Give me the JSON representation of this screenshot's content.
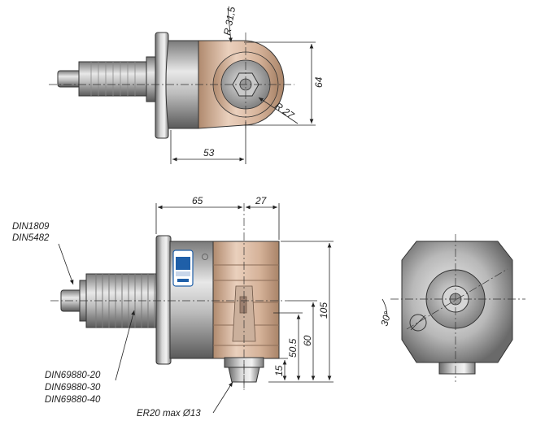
{
  "dimensions": {
    "top_radius_outer": "R 31,5",
    "top_radius_inner": "R 27",
    "top_height": "64",
    "top_offset": "53",
    "side_width_body": "65",
    "side_width_head": "27",
    "side_height_total": "105",
    "side_height_60": "60",
    "side_height_50_5": "50.5",
    "side_height_15": "15",
    "front_angle": "30°"
  },
  "labels": {
    "din_top_1": "DIN1809",
    "din_top_2": "DIN5482",
    "din_bottom_1": "DIN69880-20",
    "din_bottom_2": "DIN69880-30",
    "din_bottom_3": "DIN69880-40",
    "collet": "ER20 max Ø13"
  },
  "colors": {
    "steel_dark": "#6e6e6e",
    "steel_light": "#e2e2e2",
    "bronze": "#d9b59a",
    "logo_blue": "#1f5fa8"
  }
}
